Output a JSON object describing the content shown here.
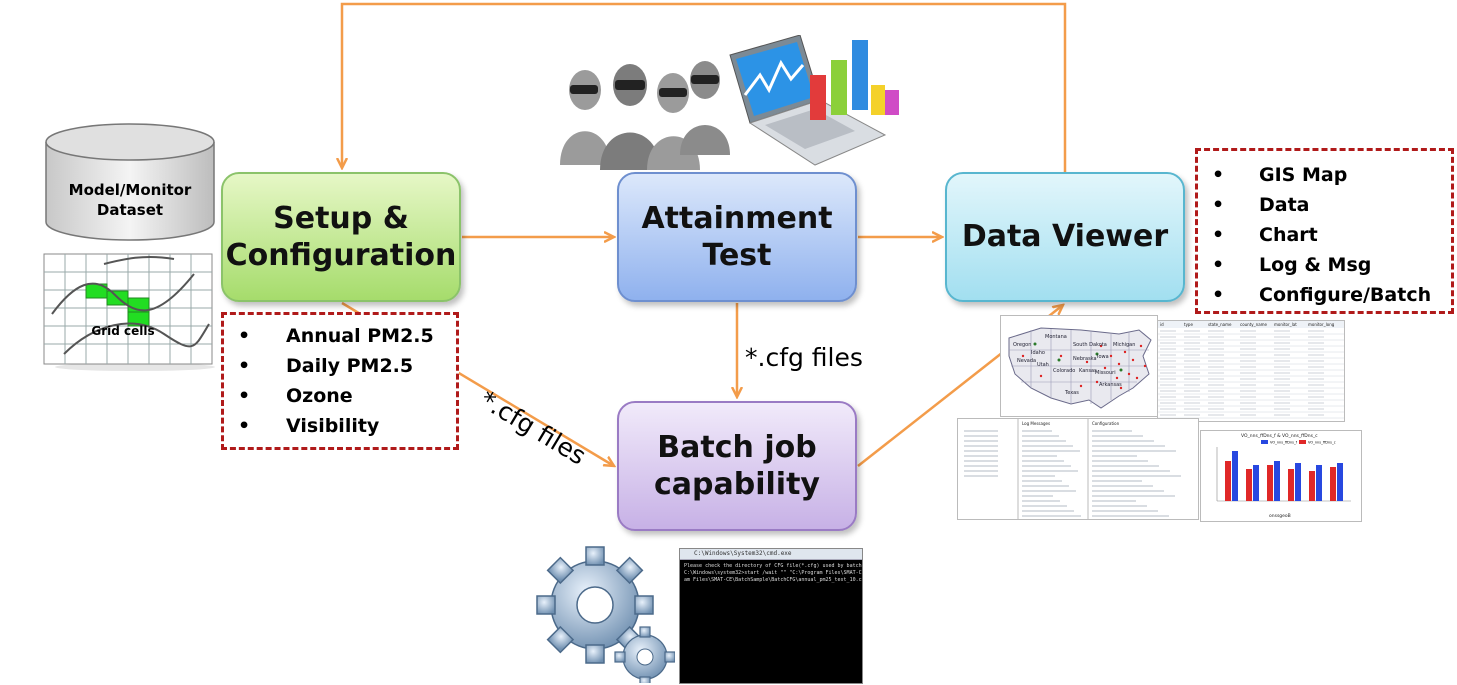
{
  "title": "",
  "nodes": {
    "setup": [
      "Setup &",
      "Configuration"
    ],
    "attainment": [
      "Attainment",
      "Test"
    ],
    "viewer": [
      "Data Viewer"
    ],
    "batch": [
      "Batch job",
      "capability"
    ]
  },
  "database": {
    "label_line1": "Model/Monitor",
    "label_line2": "Dataset",
    "grid_label": "Grid cells"
  },
  "setup_options": [
    "Annual PM2.5",
    "Daily PM2.5",
    "Ozone",
    "Visibility"
  ],
  "viewer_options": [
    "GIS Map",
    "Data",
    "Chart",
    "Log & Msg",
    "Configure/Batch"
  ],
  "edge_labels": {
    "attain_to_batch": "*.cfg files",
    "setup_to_batch": "*.cfg files"
  },
  "bullet_char": "•",
  "console": {
    "title": "C:\\Windows\\System32\\cmd.exe",
    "lines": [
      "Please check the directory of CFG file(*.cfg) used by batch job!",
      "",
      "C:\\Windows\\system32>start /wait \"\" \"C:\\Program Files\\SMAT-CE\\SMAT.exe\" \"C:\\Progr",
      "am Files\\SMAT-CE\\BatchSample\\BatchCFG\\annual_pm25_test_10.cfg\"",
      "",
      ""
    ]
  },
  "thumbnails": {
    "map_states": [
      "Montana",
      "Oregon",
      "Idaho",
      "Nevada",
      "Utah",
      "Colorado",
      "South Dakota",
      "Nebraska",
      "Iowa",
      "Kansas",
      "Texas",
      "Michigan",
      "Missouri",
      "Arkansas"
    ],
    "table_headers": [
      "id",
      "type",
      "state_name",
      "county_name",
      "monitor_lat",
      "monitor_long"
    ],
    "log_title": "Log Messages",
    "config_title": "Configuration",
    "chart_title": "VO_nns_ffDns_f & VO_nns_ffDns_c",
    "chart_legend": [
      "VO_nns_ffDns_f",
      "VO_nns_ffDns_c"
    ],
    "chart_xlabel": "onssgeoB"
  },
  "colors": {
    "arrow": "#f39c4a",
    "dash_border": "#b01a1a"
  }
}
